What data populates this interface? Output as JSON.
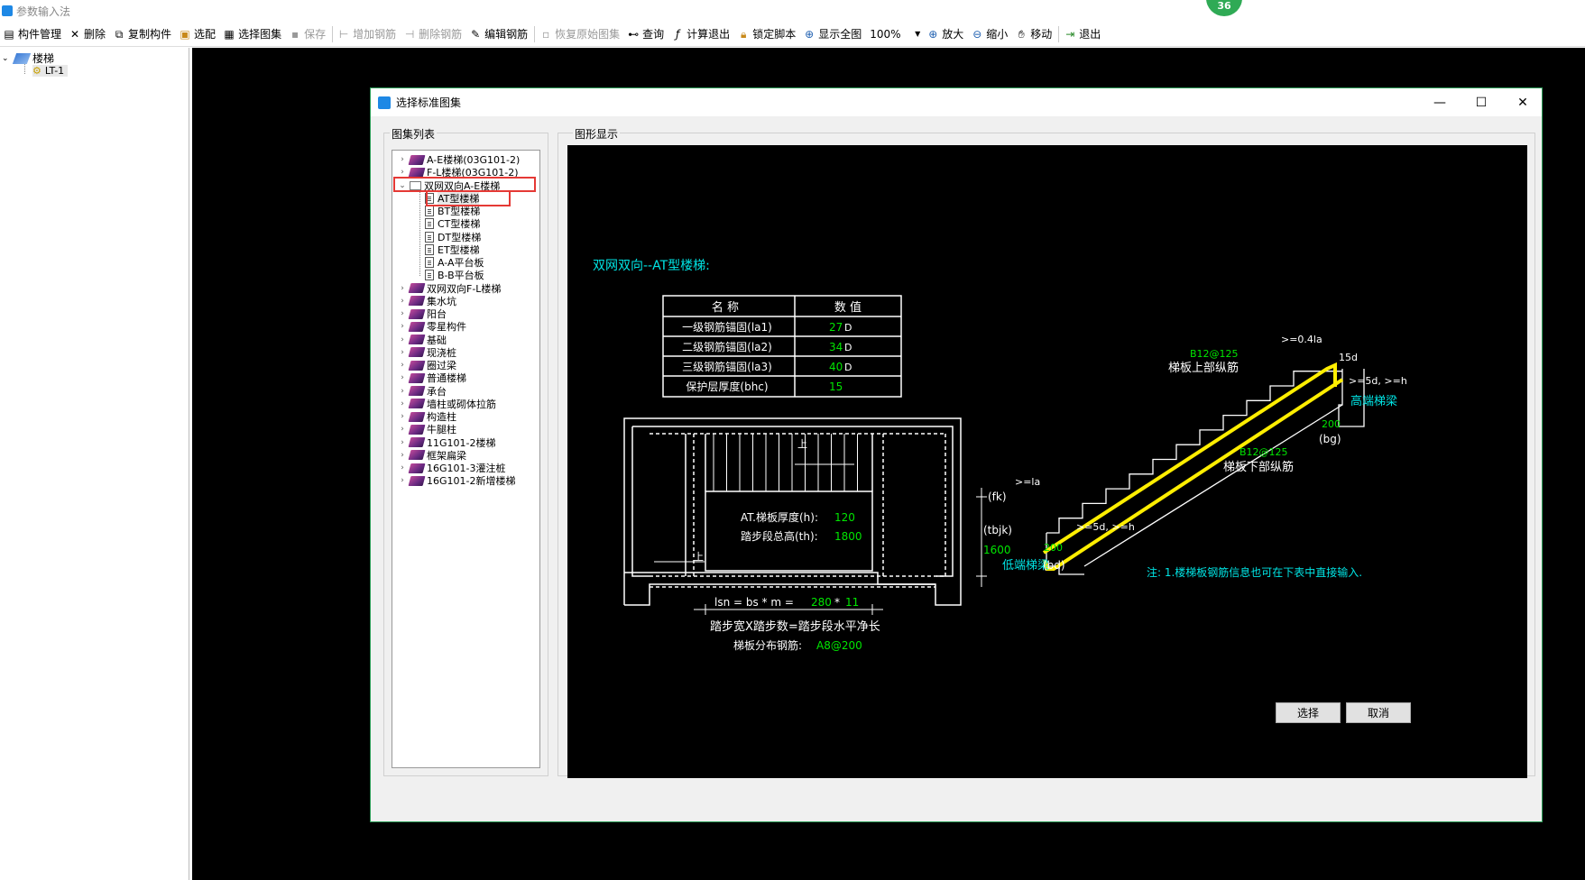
{
  "window": {
    "title": "参数输入法",
    "badge": "36"
  },
  "toolbar": {
    "items": [
      {
        "label": "构件管理",
        "enabled": true
      },
      {
        "label": "删除",
        "enabled": true
      },
      {
        "label": "复制构件",
        "enabled": true
      },
      {
        "label": "选配",
        "enabled": true
      },
      {
        "label": "选择图集",
        "enabled": true
      },
      {
        "label": "保存",
        "enabled": false
      },
      {
        "label": "增加钢筋",
        "enabled": false
      },
      {
        "label": "删除钢筋",
        "enabled": false
      },
      {
        "label": "编辑钢筋",
        "enabled": true
      },
      {
        "label": "恢复原始图集",
        "enabled": false
      },
      {
        "label": "查询",
        "enabled": true
      },
      {
        "label": "计算退出",
        "enabled": true
      },
      {
        "label": "锁定脚本",
        "enabled": true
      },
      {
        "label": "显示全图",
        "enabled": true
      }
    ],
    "zoom": "100%",
    "items2": [
      {
        "label": "放大"
      },
      {
        "label": "缩小"
      },
      {
        "label": "移动"
      },
      {
        "label": "退出"
      }
    ]
  },
  "left_tree": {
    "root": "楼梯",
    "child": "LT-1"
  },
  "dialog": {
    "title": "选择标准图集",
    "list_label": "图集列表",
    "display_label": "图形显示",
    "tree": [
      {
        "label": "A-E楼梯(03G101-2)",
        "level": 0,
        "icon": "book",
        "expander": "›"
      },
      {
        "label": "F-L楼梯(03G101-2)",
        "level": 0,
        "icon": "book",
        "expander": "›"
      },
      {
        "label": "双网双向A-E楼梯",
        "level": 0,
        "icon": "folder",
        "expander": "⌄"
      },
      {
        "label": "AT型楼梯",
        "level": 1,
        "icon": "doc",
        "expander": ""
      },
      {
        "label": "BT型楼梯",
        "level": 1,
        "icon": "doc",
        "expander": ""
      },
      {
        "label": "CT型楼梯",
        "level": 1,
        "icon": "doc",
        "expander": ""
      },
      {
        "label": "DT型楼梯",
        "level": 1,
        "icon": "doc",
        "expander": ""
      },
      {
        "label": "ET型楼梯",
        "level": 1,
        "icon": "doc",
        "expander": ""
      },
      {
        "label": "A-A平台板",
        "level": 1,
        "icon": "doc",
        "expander": ""
      },
      {
        "label": "B-B平台板",
        "level": 1,
        "icon": "doc",
        "expander": ""
      },
      {
        "label": "双网双向F-L楼梯",
        "level": 0,
        "icon": "book",
        "expander": "›"
      },
      {
        "label": "集水坑",
        "level": 0,
        "icon": "book",
        "expander": "›"
      },
      {
        "label": "阳台",
        "level": 0,
        "icon": "book",
        "expander": "›"
      },
      {
        "label": "零星构件",
        "level": 0,
        "icon": "book",
        "expander": "›"
      },
      {
        "label": "基础",
        "level": 0,
        "icon": "book",
        "expander": "›"
      },
      {
        "label": "现浇桩",
        "level": 0,
        "icon": "book",
        "expander": "›"
      },
      {
        "label": "圈过梁",
        "level": 0,
        "icon": "book",
        "expander": "›"
      },
      {
        "label": "普通楼梯",
        "level": 0,
        "icon": "book",
        "expander": "›"
      },
      {
        "label": "承台",
        "level": 0,
        "icon": "book",
        "expander": "›"
      },
      {
        "label": "墙柱或砌体拉筋",
        "level": 0,
        "icon": "book",
        "expander": "›"
      },
      {
        "label": "构造柱",
        "level": 0,
        "icon": "book",
        "expander": "›"
      },
      {
        "label": "牛腿柱",
        "level": 0,
        "icon": "book",
        "expander": "›"
      },
      {
        "label": "11G101-2楼梯",
        "level": 0,
        "icon": "book",
        "expander": "›"
      },
      {
        "label": "框架扁梁",
        "level": 0,
        "icon": "book",
        "expander": "›"
      },
      {
        "label": "16G101-3灌注桩",
        "level": 0,
        "icon": "book",
        "expander": "›"
      },
      {
        "label": "16G101-2新增楼梯",
        "level": 0,
        "icon": "book",
        "expander": "›"
      }
    ],
    "buttons": {
      "select": "选择",
      "cancel": "取消"
    }
  },
  "drawing": {
    "heading": "双网双向--AT型楼梯:",
    "table": {
      "headers": [
        "名 称",
        "数 值"
      ],
      "rows": [
        {
          "name": "一级钢筋锚固(la1)",
          "value": "27",
          "unit": "D"
        },
        {
          "name": "二级钢筋锚固(la2)",
          "value": "34",
          "unit": "D"
        },
        {
          "name": "三级钢筋锚固(la3)",
          "value": "40",
          "unit": "D"
        },
        {
          "name": "保护层厚度(bhc)",
          "value": "15",
          "unit": ""
        }
      ]
    },
    "plan": {
      "thickness_label": "AT.梯板厚度(h):",
      "thickness_value": "120",
      "height_label": "踏步段总高(th):",
      "height_value": "1800",
      "step_char": "上",
      "fk": "(fk)",
      "tbjk": "(tbjk)",
      "tbjk_value": "1600",
      "formula_prefix": "lsn = bs * m = ",
      "bs": "280",
      "star": "*",
      "m": "11",
      "caption1": "踏步宽X踏步数=踏步段水平净长",
      "caption2_label": "梯板分布钢筋:",
      "caption2_value": "A8@200"
    },
    "section": {
      "top_rebar_value": "B12@125",
      "top_rebar_label": "梯板上部纵筋",
      "bottom_rebar_value": "B12@125",
      "bottom_rebar_label": "梯板下部纵筋",
      "high_beam": "高端梯梁",
      "low_beam": "低端梯梁",
      "bd": "(bd)",
      "bg": "(bg)",
      "dim_200_top": "200",
      "dim_200_bottom": "200",
      "ge_04la": ">=0.4la",
      "d15": "15d",
      "ge_5d_h_top": ">=5d, >=h",
      "ge_la": ">=la",
      "ge_5d_h_bottom": ">=5d, >=h",
      "note": "注: 1.楼梯板钢筋信息也可在下表中直接输入."
    },
    "colors": {
      "cyan": "#00e5e5",
      "green": "#00e600",
      "white": "#ffffff",
      "yellow": "#ffee00"
    }
  }
}
